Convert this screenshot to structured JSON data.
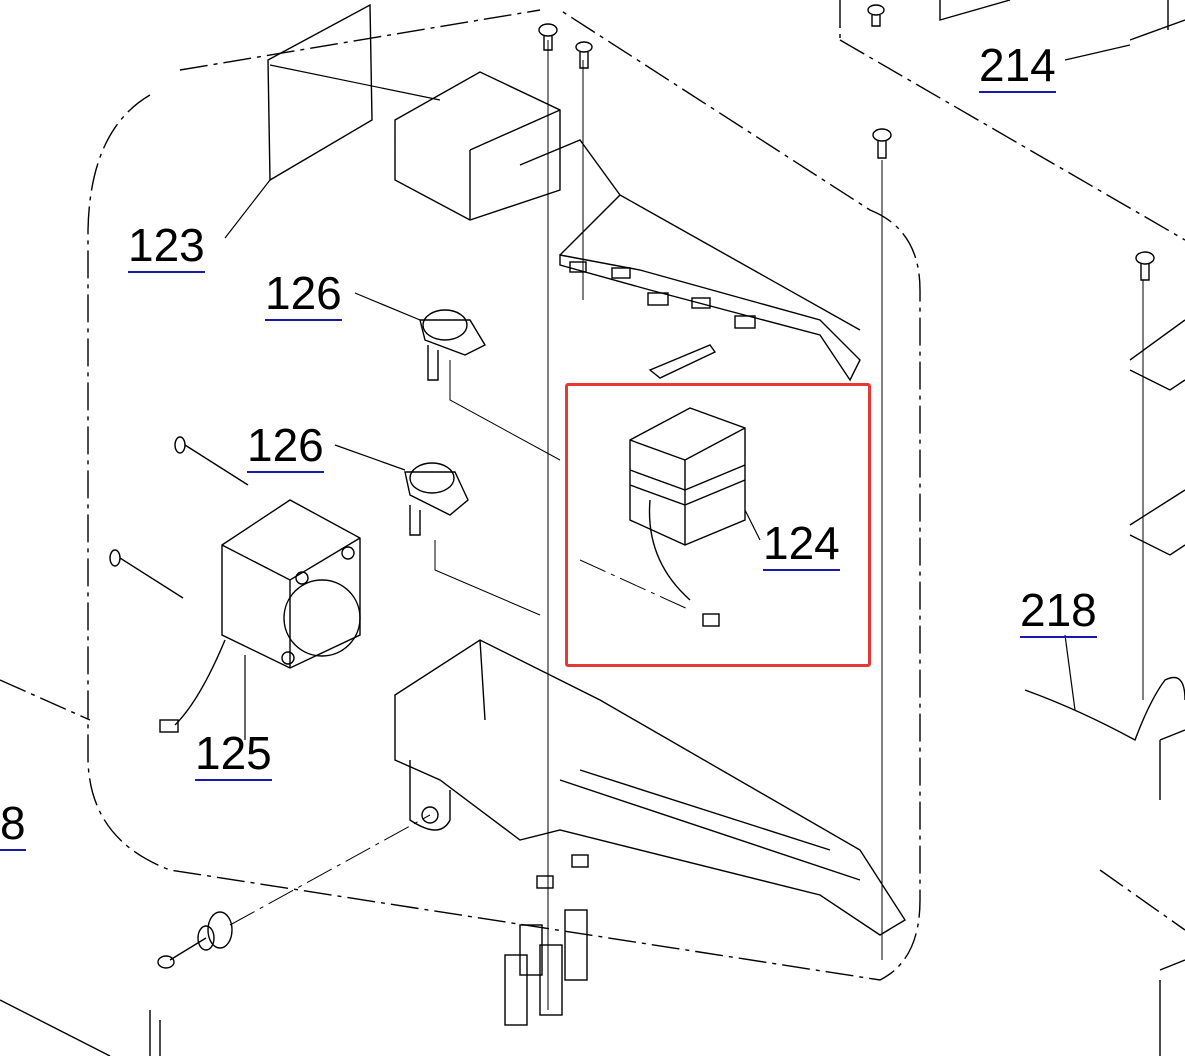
{
  "diagram": {
    "title": "Exploded parts diagram",
    "callouts": [
      {
        "id": "123",
        "label": "123"
      },
      {
        "id": "126a",
        "label": "126"
      },
      {
        "id": "126b",
        "label": "126"
      },
      {
        "id": "124",
        "label": "124"
      },
      {
        "id": "125",
        "label": "125"
      },
      {
        "id": "214",
        "label": "214"
      },
      {
        "id": "218",
        "label": "218"
      },
      {
        "id": "8",
        "label": "8"
      }
    ],
    "highlight": {
      "target": "124",
      "color": "#e53935"
    },
    "colors": {
      "line": "#000000",
      "underline": "#1a1aa8",
      "highlight": "#e53935"
    }
  }
}
